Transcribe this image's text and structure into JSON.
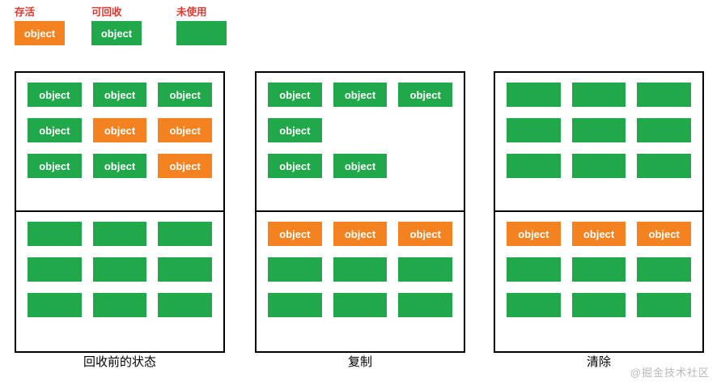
{
  "legend": {
    "items": [
      {
        "label": "存活",
        "style": "orange",
        "text": "object",
        "name": "legend-alive"
      },
      {
        "label": "可回收",
        "style": "green",
        "text": "object",
        "name": "legend-recyclable"
      },
      {
        "label": "未使用",
        "style": "empty",
        "text": "",
        "name": "legend-unused"
      }
    ]
  },
  "panels": [
    {
      "name": "panel-before-gc",
      "caption": "回收前的状态",
      "top": [
        [
          {
            "style": "green",
            "text": "object"
          },
          {
            "style": "green",
            "text": "object"
          },
          {
            "style": "green",
            "text": "object"
          }
        ],
        [
          {
            "style": "green",
            "text": "object"
          },
          {
            "style": "orange",
            "text": "object"
          },
          {
            "style": "orange",
            "text": "object"
          }
        ],
        [
          {
            "style": "green",
            "text": "object"
          },
          {
            "style": "green",
            "text": "object"
          },
          {
            "style": "orange",
            "text": "object"
          }
        ]
      ],
      "bottom": [
        [
          {
            "style": "green",
            "text": ""
          },
          {
            "style": "green",
            "text": ""
          },
          {
            "style": "green",
            "text": ""
          }
        ],
        [
          {
            "style": "green",
            "text": ""
          },
          {
            "style": "green",
            "text": ""
          },
          {
            "style": "green",
            "text": ""
          }
        ],
        [
          {
            "style": "green",
            "text": ""
          },
          {
            "style": "green",
            "text": ""
          },
          {
            "style": "green",
            "text": ""
          }
        ]
      ]
    },
    {
      "name": "panel-copy",
      "caption": "复制",
      "top": [
        [
          {
            "style": "green",
            "text": "object"
          },
          {
            "style": "green",
            "text": "object"
          },
          {
            "style": "green",
            "text": "object"
          }
        ],
        [
          {
            "style": "green",
            "text": "object"
          },
          {
            "style": "blank",
            "text": ""
          },
          {
            "style": "blank",
            "text": ""
          }
        ],
        [
          {
            "style": "green",
            "text": "object"
          },
          {
            "style": "green",
            "text": "object"
          },
          {
            "style": "blank",
            "text": ""
          }
        ]
      ],
      "bottom": [
        [
          {
            "style": "orange",
            "text": "object"
          },
          {
            "style": "orange",
            "text": "object"
          },
          {
            "style": "orange",
            "text": "object"
          }
        ],
        [
          {
            "style": "green",
            "text": ""
          },
          {
            "style": "green",
            "text": ""
          },
          {
            "style": "green",
            "text": ""
          }
        ],
        [
          {
            "style": "green",
            "text": ""
          },
          {
            "style": "green",
            "text": ""
          },
          {
            "style": "green",
            "text": ""
          }
        ]
      ]
    },
    {
      "name": "panel-clear",
      "caption": "清除",
      "top": [
        [
          {
            "style": "green",
            "text": ""
          },
          {
            "style": "green",
            "text": ""
          },
          {
            "style": "green",
            "text": ""
          }
        ],
        [
          {
            "style": "green",
            "text": ""
          },
          {
            "style": "green",
            "text": ""
          },
          {
            "style": "green",
            "text": ""
          }
        ],
        [
          {
            "style": "green",
            "text": ""
          },
          {
            "style": "green",
            "text": ""
          },
          {
            "style": "green",
            "text": ""
          }
        ]
      ],
      "bottom": [
        [
          {
            "style": "orange",
            "text": "object"
          },
          {
            "style": "orange",
            "text": "object"
          },
          {
            "style": "orange",
            "text": "object"
          }
        ],
        [
          {
            "style": "green",
            "text": ""
          },
          {
            "style": "green",
            "text": ""
          },
          {
            "style": "green",
            "text": ""
          }
        ],
        [
          {
            "style": "green",
            "text": ""
          },
          {
            "style": "green",
            "text": ""
          },
          {
            "style": "green",
            "text": ""
          }
        ]
      ]
    }
  ],
  "watermark": "@掘金技术社区",
  "colors": {
    "orange": "#f58220",
    "green": "#21a84a",
    "label_red": "#e8342a",
    "border": "#000000"
  }
}
